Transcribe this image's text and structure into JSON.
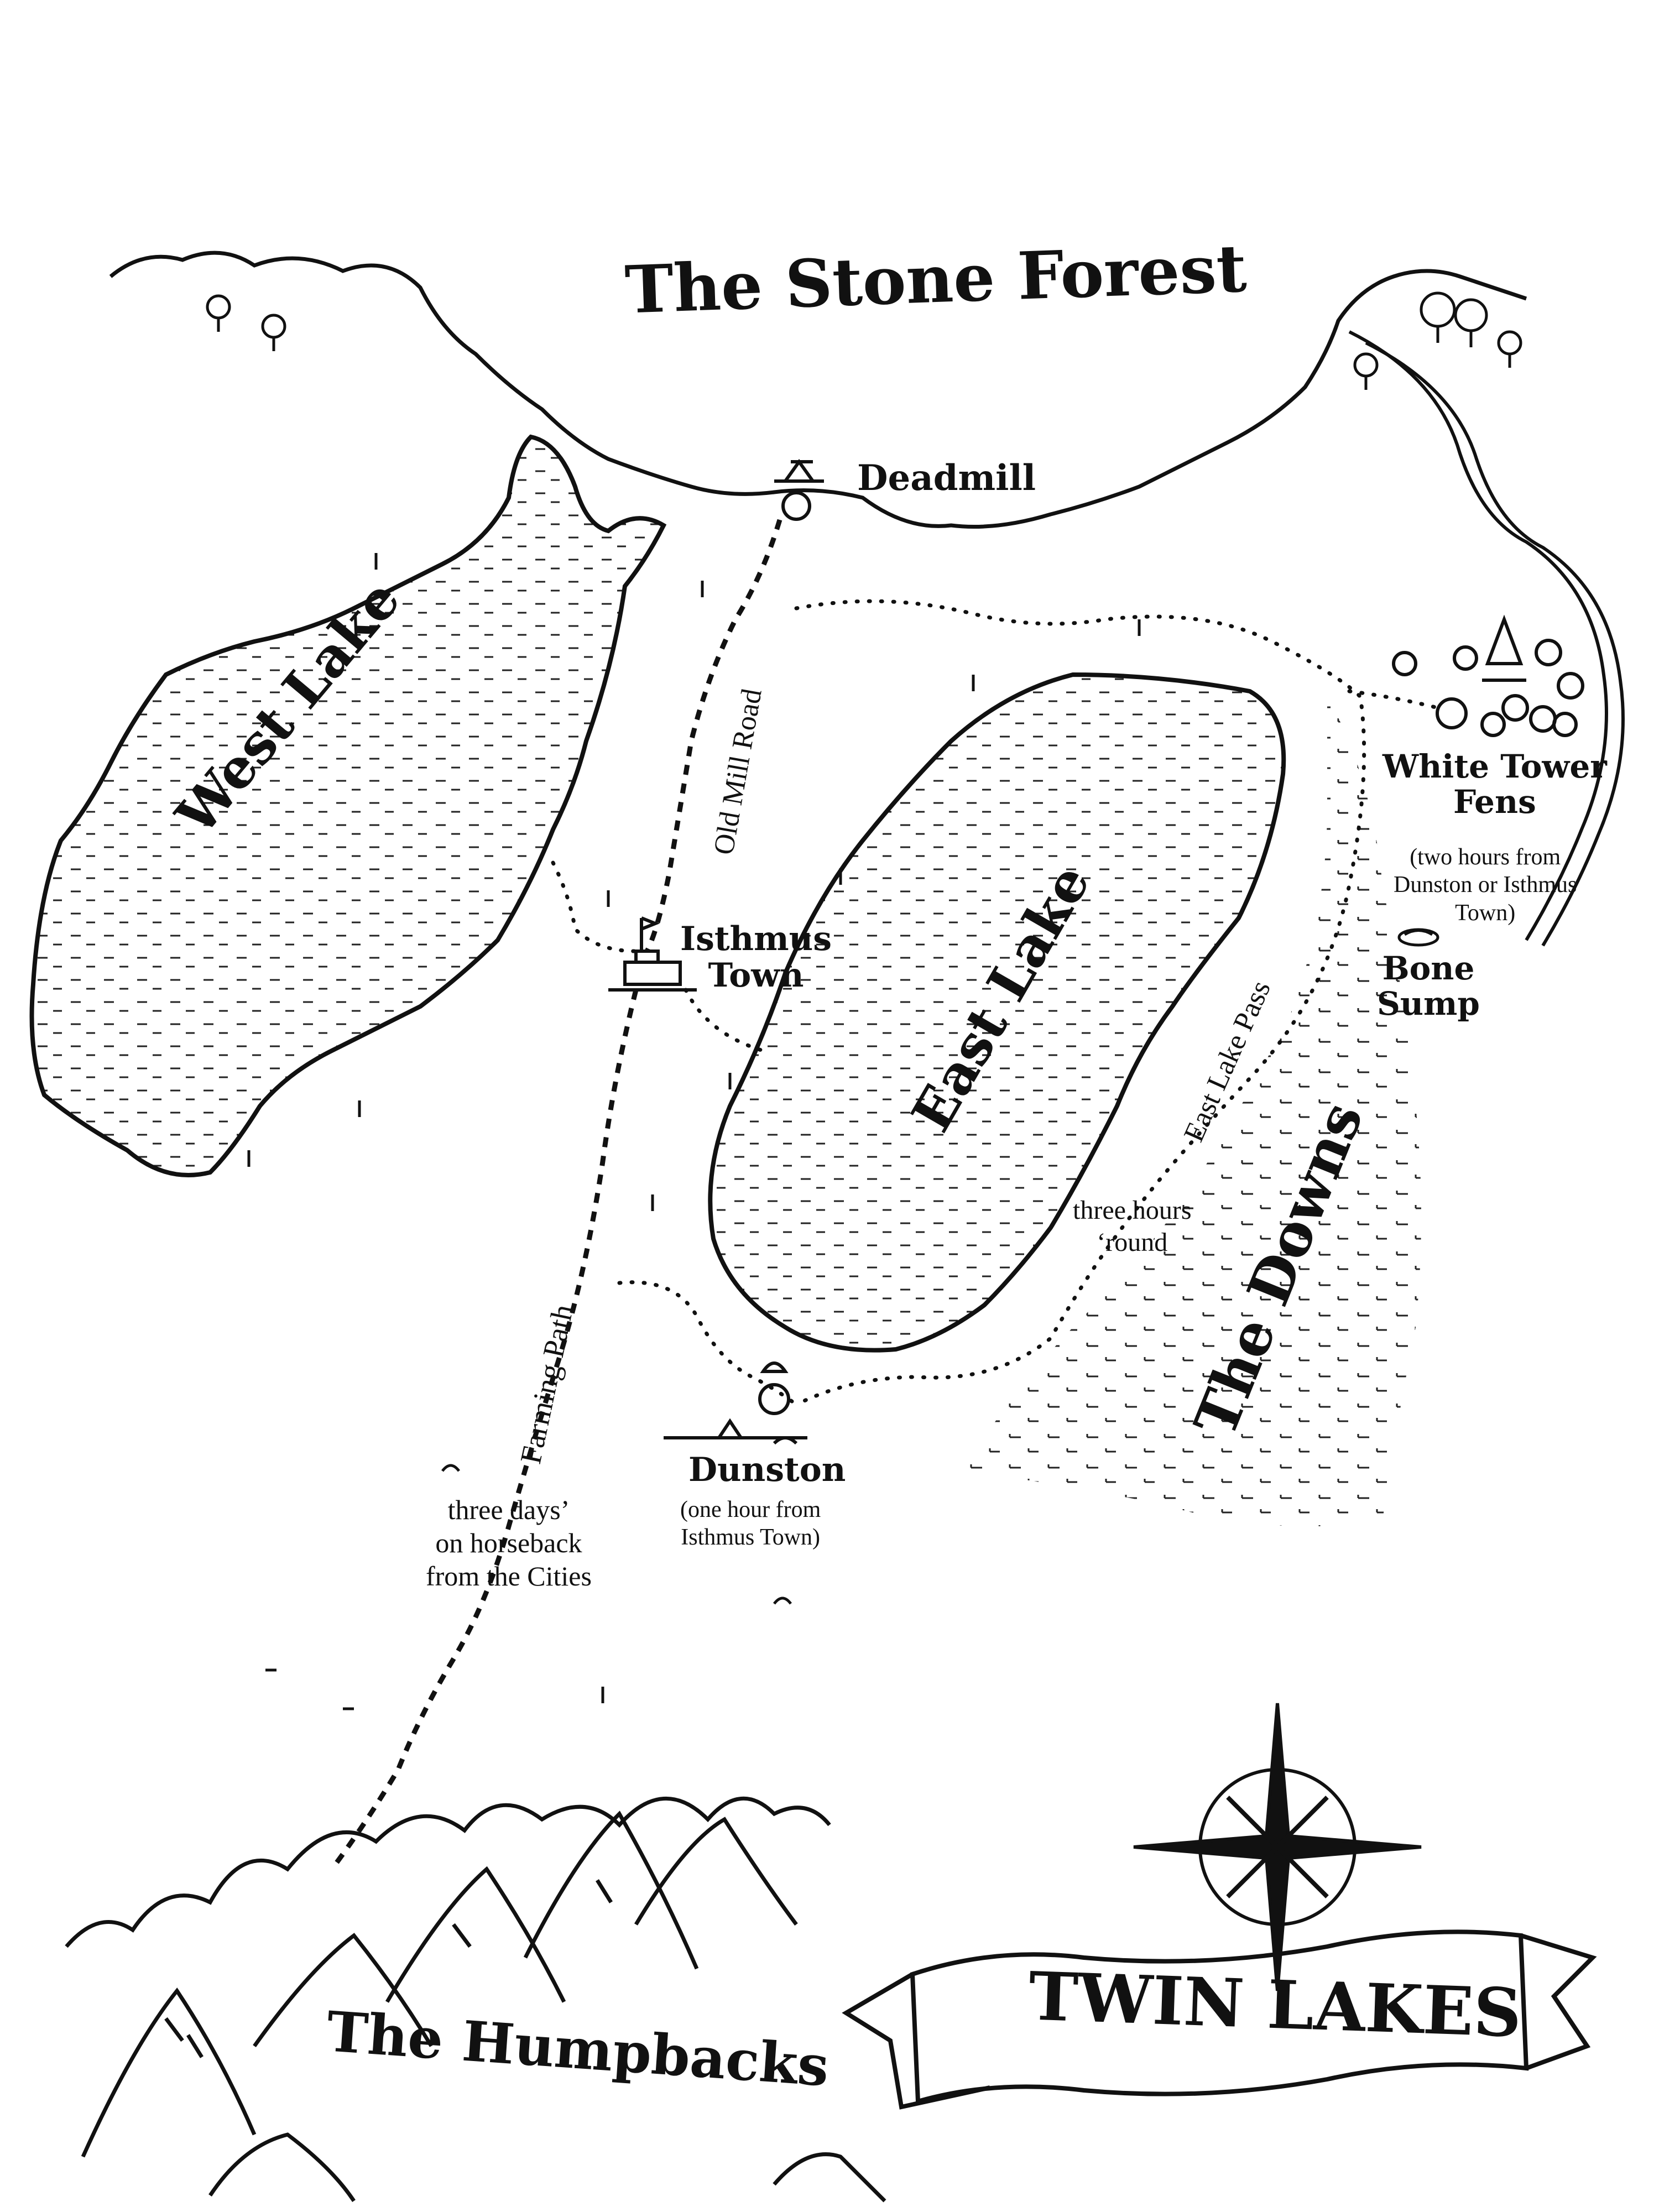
{
  "map": {
    "title": "TWIN LAKES",
    "regions": {
      "stone_forest": "The Stone Forest",
      "west_lake": "West Lake",
      "east_lake": "East Lake",
      "the_downs": "The Downs",
      "the_humpbacks": "The Humpbacks"
    },
    "places": {
      "deadmill": "Deadmill",
      "isthmus_town_1": "Isthmus",
      "isthmus_town_2": "Town",
      "white_tower_1": "White Tower",
      "white_tower_2": "Fens",
      "white_tower_note_1": "(two hours from",
      "white_tower_note_2": "Dunston or Isthmus",
      "white_tower_note_3": "Town)",
      "bone_sump_1": "Bone",
      "bone_sump_2": "Sump",
      "dunston": "Dunston",
      "dunston_note_1": "(one hour from",
      "dunston_note_2": "Isthmus Town)"
    },
    "roads": {
      "old_mill_road": "Old Mill Road",
      "farming_path": "Farming Path",
      "east_lake_pass": "East Lake Pass"
    },
    "notes": {
      "three_hours_1": "three hours",
      "three_hours_2": "‘round",
      "three_days_1": "three days’",
      "three_days_2": "on horseback",
      "three_days_3": "from the Cities"
    }
  }
}
